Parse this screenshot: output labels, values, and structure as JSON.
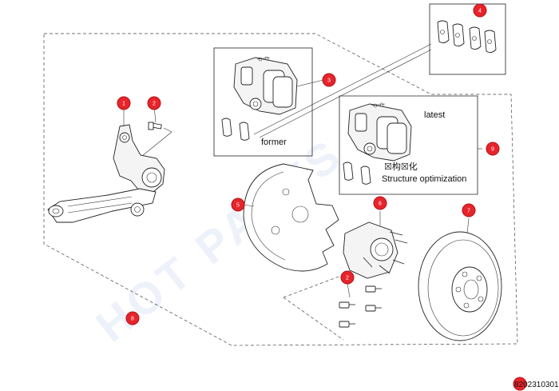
{
  "watermark": "HOT PARTS",
  "labels": {
    "former": "former",
    "latest": "latest",
    "optimization_cn": "☒构☒化",
    "optimization_en": "Structure optimization"
  },
  "callouts": [
    {
      "id": "c1",
      "number": "1"
    },
    {
      "id": "c2a",
      "number": "2"
    },
    {
      "id": "c3",
      "number": "3"
    },
    {
      "id": "c4",
      "number": "4"
    },
    {
      "id": "c5",
      "number": "5"
    },
    {
      "id": "c6",
      "number": "6"
    },
    {
      "id": "c7",
      "number": "7"
    },
    {
      "id": "c2b",
      "number": "2"
    },
    {
      "id": "c8",
      "number": "8"
    },
    {
      "id": "c9",
      "number": "9"
    }
  ],
  "part_code": "8202310301",
  "colors": {
    "callout_fill": "#e8242b",
    "callout_stroke": "#b0141a",
    "line": "#222222",
    "watermark": "#dfe6f7"
  }
}
